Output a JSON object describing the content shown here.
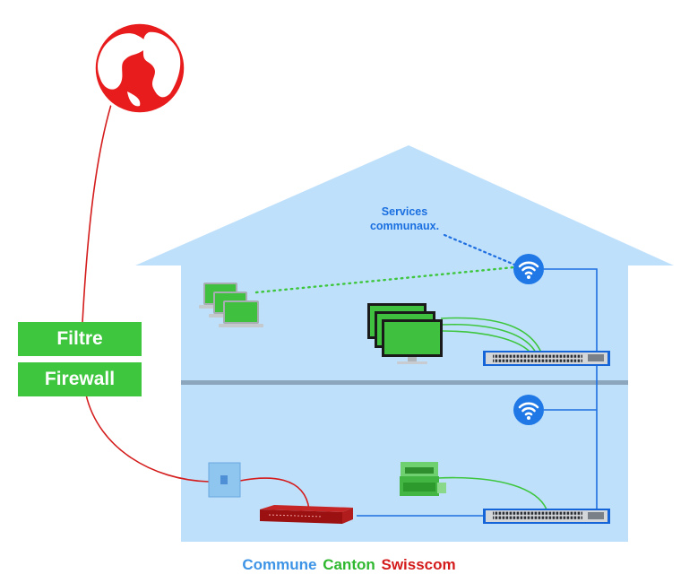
{
  "labels": {
    "filtre": "Filtre",
    "firewall": "Firewall",
    "services": "Services communaux."
  },
  "legend": {
    "commune": "Commune",
    "canton": "Canton",
    "swisscom": "Swisscom"
  },
  "colors": {
    "commune": "#3d94e6",
    "canton": "#2fb82f",
    "swisscom": "#d41c1c",
    "house": "#bfe0fb",
    "floor_divider": "#8ca6bd",
    "switch_frame": "#1565d8"
  },
  "icons": [
    "globe-icon",
    "laptop-icon",
    "monitor-icon",
    "wifi-icon",
    "network-switch-icon",
    "printer-icon",
    "wall-socket-icon",
    "router-icon"
  ]
}
